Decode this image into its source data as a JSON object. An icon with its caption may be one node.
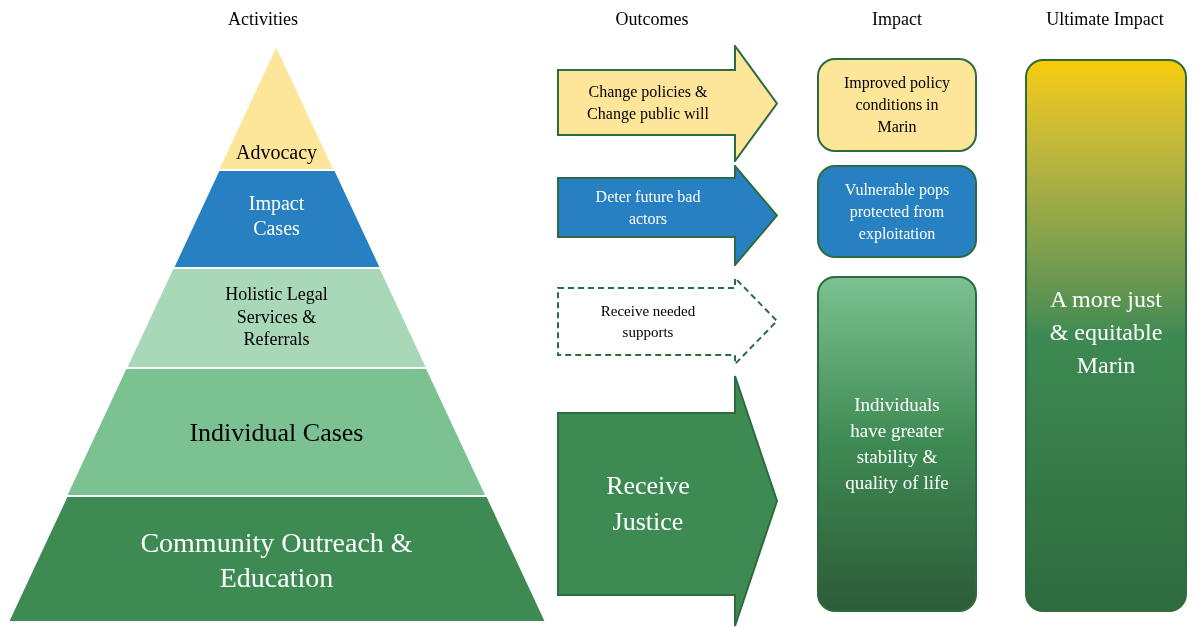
{
  "diagram": {
    "nodes": [
      {
        "text": [
          "Advocacy"
        ]
      },
      {
        "text": [
          "Impact Cases"
        ]
      },
      {
        "text": [
          "Holistic Legal Services & Referrals"
        ]
      },
      {
        "text": [
          "Individual Cases"
        ]
      },
      {
        "text": [
          "Community Outreach & Education"
        ]
      },
      {
        "text": [
          "Change policies & Change public will"
        ]
      },
      {
        "text": [
          "Deter future bad actors"
        ]
      },
      {
        "text": [
          "Receive needed supports"
        ]
      },
      {
        "text": [
          "Receive Justice"
        ]
      },
      {
        "text": [
          "Improved policy conditions in Marin"
        ]
      },
      {
        "text": [
          "Vulnerable pops protected from exploitation"
        ]
      },
      {
        "text": [
          "Individuals have greater stability & quality of life"
        ]
      },
      {
        "text": [
          "A more just & equitable Marin"
        ]
      }
    ],
    "labels": [
      "Activities",
      "Outcomes",
      "Impact",
      "Ultimate Impact"
    ]
  }
}
